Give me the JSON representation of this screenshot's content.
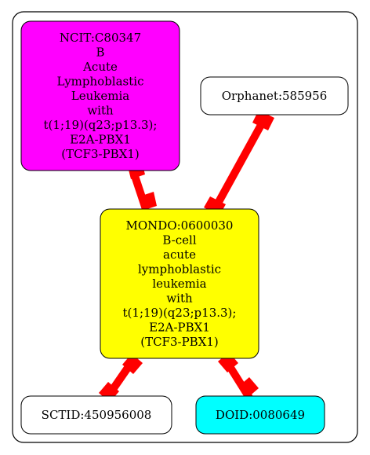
{
  "nodes": {
    "ncit": {
      "label_lines": [
        "NCIT:C80347",
        "B",
        "Acute",
        "Lymphoblastic",
        "Leukemia",
        "with",
        "t(1;19)(q23;p13.3);",
        "E2A-PBX1",
        "(TCF3-PBX1)"
      ],
      "fill": "#ff00ff"
    },
    "orphanet": {
      "label_lines": [
        "Orphanet:585956"
      ],
      "fill": "#ffffff"
    },
    "mondo": {
      "label_lines": [
        "MONDO:0600030",
        "B-cell",
        "acute",
        "lymphoblastic",
        "leukemia",
        "with",
        "t(1;19)(q23;p13.3);",
        "E2A-PBX1",
        "(TCF3-PBX1)"
      ],
      "fill": "#ffff00"
    },
    "sctid": {
      "label_lines": [
        "SCTID:450956008"
      ],
      "fill": "#ffffff"
    },
    "doid": {
      "label_lines": [
        "DOID:0080649"
      ],
      "fill": "#00ffff"
    }
  },
  "edge_color": "#ff0000"
}
